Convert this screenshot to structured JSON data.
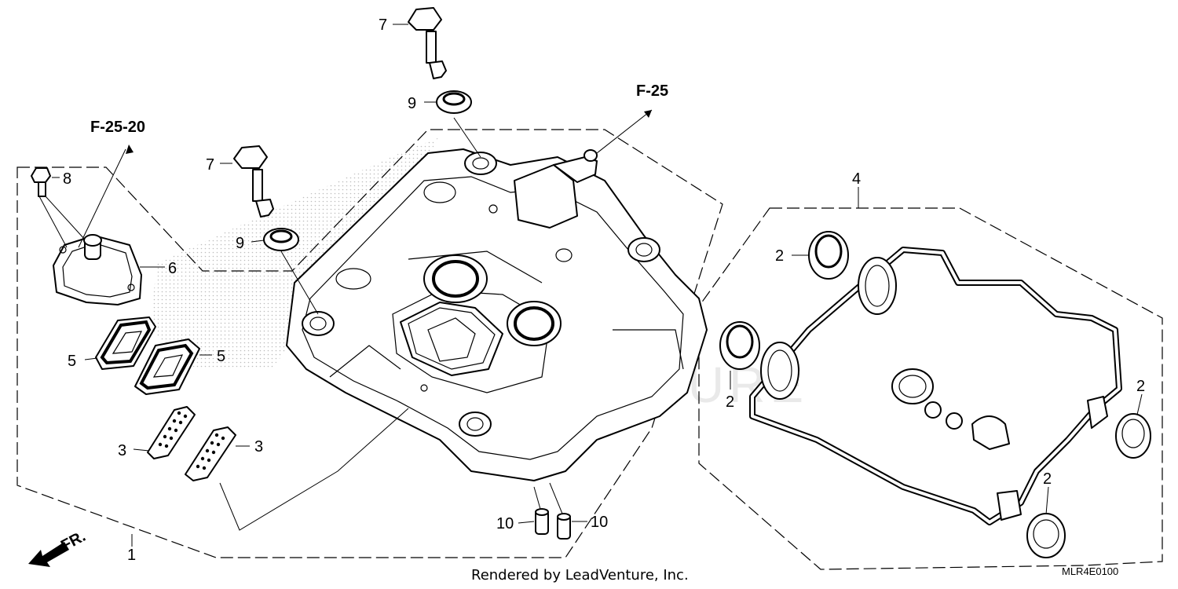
{
  "diagram": {
    "callouts": {
      "c1": "1",
      "c2a": "2",
      "c2b": "2",
      "c2c": "2",
      "c2d": "2",
      "c3a": "3",
      "c3b": "3",
      "c4": "4",
      "c5a": "5",
      "c5b": "5",
      "c6": "6",
      "c7a": "7",
      "c7b": "7",
      "c8": "8",
      "c9a": "9",
      "c9b": "9",
      "c10a": "10",
      "c10b": "10"
    },
    "refs": {
      "r1": "F-25",
      "r2": "F-25-20"
    },
    "direction": "FR.",
    "watermark": "LEADVENTURE",
    "footer": "Rendered by LeadVenture, Inc.",
    "code": "MLR4E0100"
  }
}
